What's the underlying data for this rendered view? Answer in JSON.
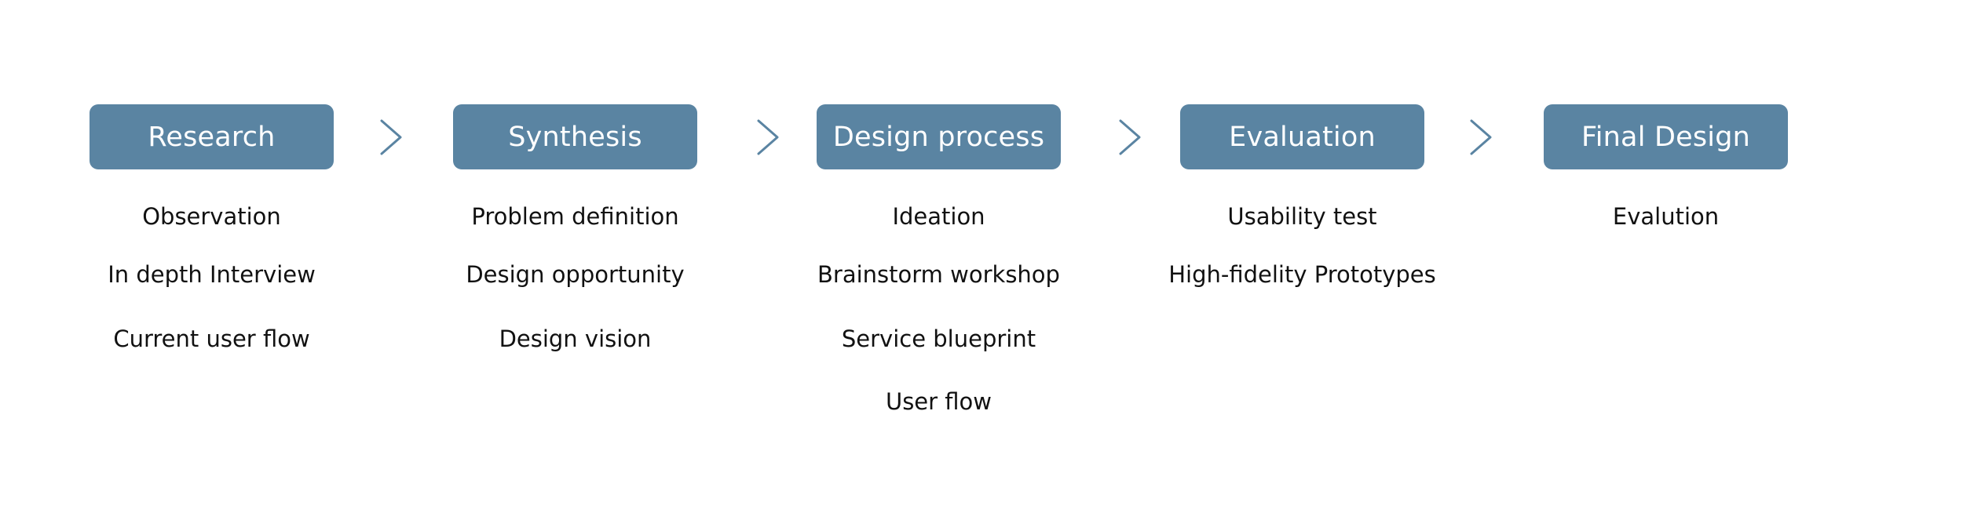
{
  "stages": [
    {
      "label": "Research",
      "items": [
        "Observation",
        "In depth Interview",
        "Current user flow"
      ]
    },
    {
      "label": "Synthesis",
      "items": [
        "Problem definition",
        "Design opportunity",
        "Design vision"
      ]
    },
    {
      "label": "Design process",
      "items": [
        "Ideation",
        "Brainstorm workshop",
        "Service blueprint",
        "User flow"
      ]
    },
    {
      "label": "Evaluation",
      "items": [
        "Usability test",
        "High-fidelity Prototypes"
      ]
    },
    {
      "label": "Final Design",
      "items": [
        "Evalution"
      ]
    }
  ],
  "colors": {
    "stage_fill": "#5a84a2",
    "stage_text": "#ffffff",
    "arrow": "#5a84a2",
    "item_text": "#111111"
  },
  "icons": {
    "connector": "chevron-right-icon"
  }
}
